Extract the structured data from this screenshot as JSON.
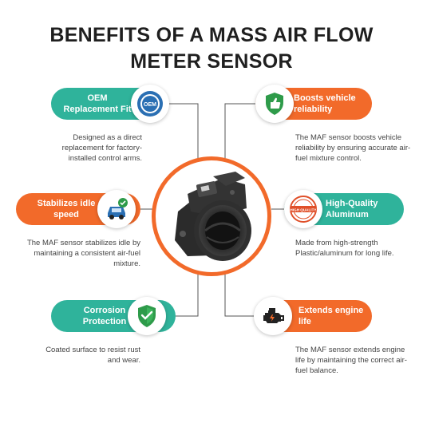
{
  "title": {
    "line1": "BENEFITS OF A MASS AIR FLOW",
    "line2": "METER SENSOR"
  },
  "colors": {
    "teal": "#2fb39b",
    "orange": "#f26a2a",
    "title": "#1f1f1f"
  },
  "center_image": {
    "icon": "mass-air-flow-sensor-photo"
  },
  "benefits": [
    {
      "label": "OEM Replacement Fit",
      "color": "teal",
      "icon": "oem-seal-icon",
      "icon_text": "OEM",
      "description": "Designed as a direct replacement for factory-installed control arms."
    },
    {
      "label": "Boosts vehicle reliability",
      "color": "orange",
      "icon": "shield-thumbs-up-icon",
      "description": "The MAF sensor boosts vehicle reliability by ensuring accurate air-fuel mixture control."
    },
    {
      "label": "Stabilizes idle speed",
      "color": "orange",
      "icon": "car-check-icon",
      "description": "The MAF sensor stabilizes idle by maintaining a consistent air-fuel mixture."
    },
    {
      "label": "High-Quality Aluminum",
      "color": "teal",
      "icon": "high-quality-stamp-icon",
      "icon_text": "HIGH QUALITY",
      "description": "Made from high-strength Plastic/aluminum for long life."
    },
    {
      "label": "Corrosion Protection",
      "color": "teal",
      "icon": "shield-check-icon",
      "description": "Coated surface to resist rust and wear."
    },
    {
      "label": "Extends engine life",
      "color": "orange",
      "icon": "engine-icon",
      "description": "The MAF sensor extends engine life by maintaining the correct air-fuel balance."
    }
  ]
}
